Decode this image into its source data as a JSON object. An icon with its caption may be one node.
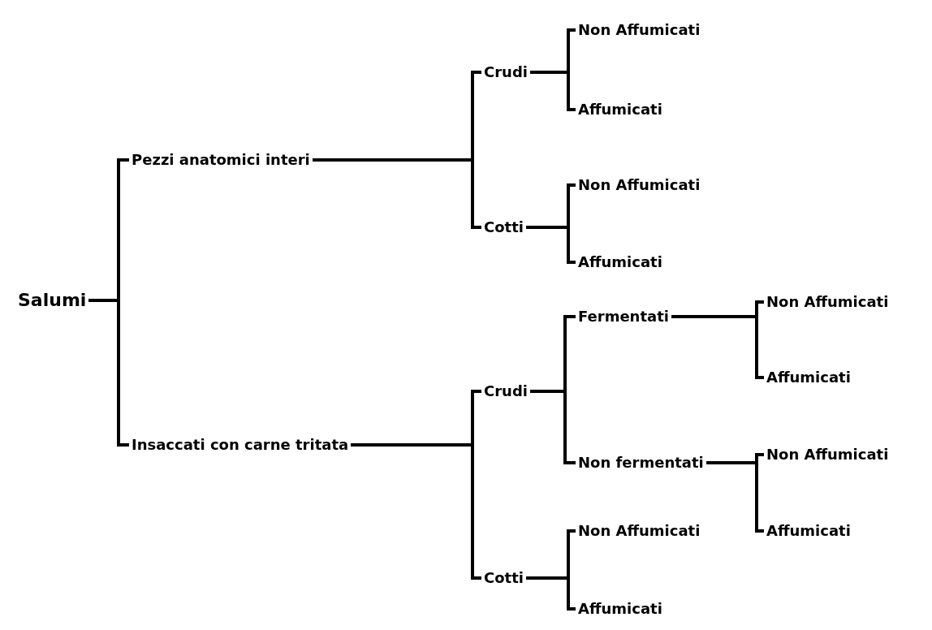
{
  "diagram": {
    "nodes": [
      {
        "text": [
          "Salumi"
        ]
      },
      {
        "text": [
          "Pezzi anatomici interi"
        ]
      },
      {
        "text": [
          "Insaccati con carne tritata"
        ]
      },
      {
        "text": [
          "Crudi"
        ]
      },
      {
        "text": [
          "Cotti"
        ]
      },
      {
        "text": [
          "Non Affumicati"
        ]
      },
      {
        "text": [
          "Affumicati"
        ]
      },
      {
        "text": [
          "Non Affumicati"
        ]
      },
      {
        "text": [
          "Affumicati"
        ]
      },
      {
        "text": [
          "Crudi"
        ]
      },
      {
        "text": [
          "Cotti"
        ]
      },
      {
        "text": [
          "Fermentati"
        ]
      },
      {
        "text": [
          "Non fermentati"
        ]
      },
      {
        "text": [
          "Non Affumicati"
        ]
      },
      {
        "text": [
          "Affumicati"
        ]
      },
      {
        "text": [
          "Non Affumicati"
        ]
      },
      {
        "text": [
          "Affumicati"
        ]
      },
      {
        "text": [
          "Non Affumicati"
        ]
      },
      {
        "text": [
          "Affumicati"
        ]
      }
    ],
    "edges": [
      {
        "from": 0,
        "to": 1,
        "arrow": "none"
      },
      {
        "from": 0,
        "to": 2,
        "arrow": "none"
      },
      {
        "from": 1,
        "to": 3,
        "arrow": "none"
      },
      {
        "from": 1,
        "to": 4,
        "arrow": "none"
      },
      {
        "from": 3,
        "to": 5,
        "arrow": "none"
      },
      {
        "from": 3,
        "to": 6,
        "arrow": "none"
      },
      {
        "from": 4,
        "to": 7,
        "arrow": "none"
      },
      {
        "from": 4,
        "to": 8,
        "arrow": "none"
      },
      {
        "from": 2,
        "to": 9,
        "arrow": "none"
      },
      {
        "from": 2,
        "to": 10,
        "arrow": "none"
      },
      {
        "from": 9,
        "to": 11,
        "arrow": "none"
      },
      {
        "from": 9,
        "to": 12,
        "arrow": "none"
      },
      {
        "from": 11,
        "to": 13,
        "arrow": "none"
      },
      {
        "from": 11,
        "to": 14,
        "arrow": "none"
      },
      {
        "from": 12,
        "to": 15,
        "arrow": "none"
      },
      {
        "from": 12,
        "to": 16,
        "arrow": "none"
      },
      {
        "from": 10,
        "to": 17,
        "arrow": "none"
      },
      {
        "from": 10,
        "to": 18,
        "arrow": "none"
      }
    ]
  }
}
